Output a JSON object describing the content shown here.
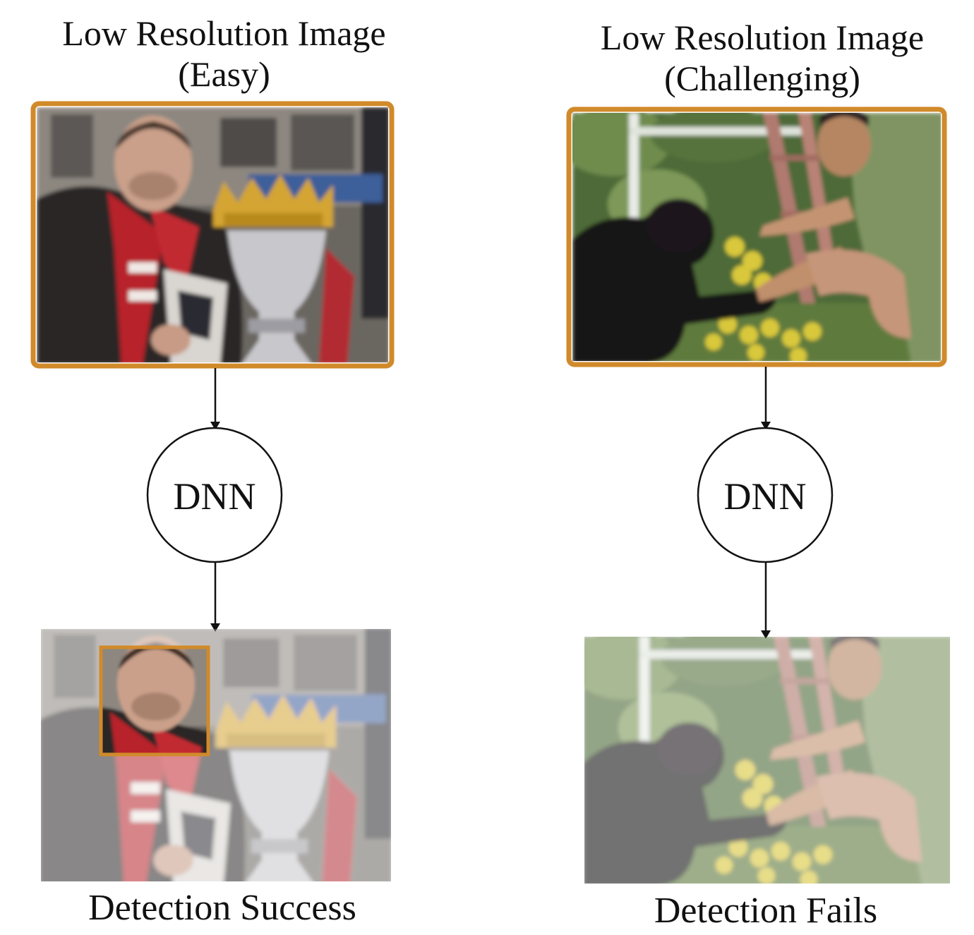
{
  "left": {
    "title_line1": "Low Resolution Image",
    "title_line2": "(Easy)",
    "node_label": "DNN",
    "caption": "Detection Success"
  },
  "right": {
    "title_line1": "Low Resolution Image",
    "title_line2": "(Challenging)",
    "node_label": "DNN",
    "caption": "Detection Fails"
  },
  "colors": {
    "frame": "#d18a2a",
    "arrow": "#111111",
    "node_stroke": "#111111"
  },
  "icons": {
    "left_photo": "man-with-trophy-photo",
    "right_photo": "man-with-dog-photo"
  }
}
